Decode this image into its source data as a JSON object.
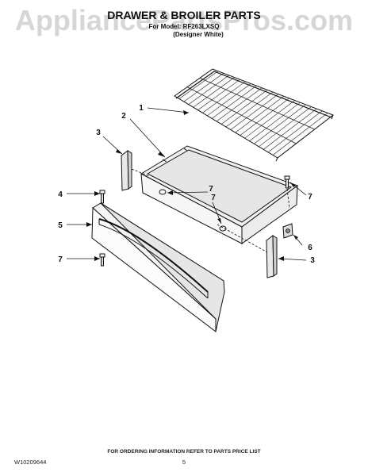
{
  "watermark": "AppliancePartsPros.com",
  "header": {
    "title": "DRAWER & BROILER PARTS",
    "model_line": "For Model: RF263LXSQ",
    "color_line": "(Designer White)"
  },
  "callouts": [
    {
      "id": "c1",
      "label": "1"
    },
    {
      "id": "c2",
      "label": "2"
    },
    {
      "id": "c3a",
      "label": "3"
    },
    {
      "id": "c3b",
      "label": "3"
    },
    {
      "id": "c4",
      "label": "4"
    },
    {
      "id": "c5",
      "label": "5"
    },
    {
      "id": "c6",
      "label": "6"
    },
    {
      "id": "c7a",
      "label": "7"
    },
    {
      "id": "c7b",
      "label": "7"
    },
    {
      "id": "c7c",
      "label": "7"
    },
    {
      "id": "c7d",
      "label": "7"
    }
  ],
  "footer": {
    "notice": "FOR ORDERING INFORMATION REFER TO PARTS PRICE LIST",
    "doc_number": "W10209644",
    "page_number": "5"
  }
}
